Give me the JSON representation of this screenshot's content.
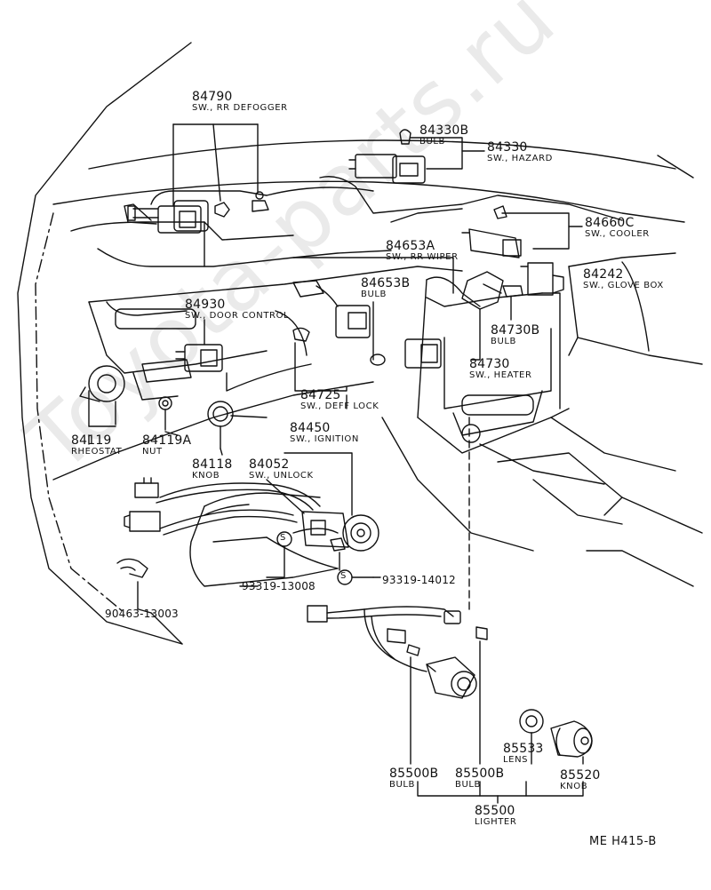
{
  "diagram_code": "ME  H415-B",
  "watermark": "Toyota-parts.ru",
  "parts": [
    {
      "id": "p84790",
      "number": "84790",
      "desc": "SW., RR DEFOGGER"
    },
    {
      "id": "p84330B",
      "number": "84330B",
      "desc": "BULB"
    },
    {
      "id": "p84330",
      "number": "84330",
      "desc": "SW., HAZARD"
    },
    {
      "id": "p84660C",
      "number": "84660C",
      "desc": "SW., COOLER"
    },
    {
      "id": "p84653A",
      "number": "84653A",
      "desc": "SW., RR WIPER"
    },
    {
      "id": "p84242",
      "number": "84242",
      "desc": "SW., GLOVE BOX"
    },
    {
      "id": "p84653B",
      "number": "84653B",
      "desc": "BULB"
    },
    {
      "id": "p84930",
      "number": "84930",
      "desc": "SW., DOOR CONTROL"
    },
    {
      "id": "p84730B",
      "number": "84730B",
      "desc": "BULB"
    },
    {
      "id": "p84730",
      "number": "84730",
      "desc": "SW., HEATER"
    },
    {
      "id": "p84725",
      "number": "84725",
      "desc": "SW., DEFF LOCK"
    },
    {
      "id": "p84450",
      "number": "84450",
      "desc": "SW., IGNITION"
    },
    {
      "id": "p84119",
      "number": "84119",
      "desc": "RHEOSTAT"
    },
    {
      "id": "p84119A",
      "number": "84119A",
      "desc": "NUT"
    },
    {
      "id": "p84118",
      "number": "84118",
      "desc": "KNOB"
    },
    {
      "id": "p84052",
      "number": "84052",
      "desc": "SW., UNLOCK"
    },
    {
      "id": "p93319_14012",
      "number": "93319-14012",
      "desc": ""
    },
    {
      "id": "p93319_13008",
      "number": "93319-13008",
      "desc": ""
    },
    {
      "id": "p90463",
      "number": "90463-13003",
      "desc": ""
    },
    {
      "id": "p85533",
      "number": "85533",
      "desc": "LENS"
    },
    {
      "id": "p85520",
      "number": "85520",
      "desc": "KNOB"
    },
    {
      "id": "p85500B_1",
      "number": "85500B",
      "desc": "BULB"
    },
    {
      "id": "p85500B_2",
      "number": "85500B",
      "desc": "BULB"
    },
    {
      "id": "p85500",
      "number": "85500",
      "desc": "LIGHTER"
    }
  ]
}
